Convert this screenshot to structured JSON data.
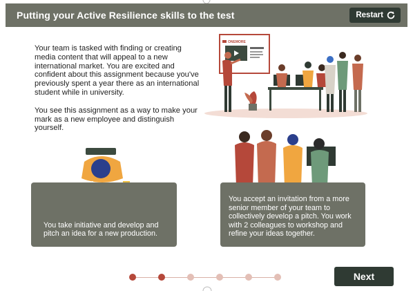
{
  "header": {
    "title": "Putting your Active Resilience skills to the test",
    "restart_label": "Restart",
    "background": "#6e7166",
    "button_color": "#2f3a33"
  },
  "intro": {
    "paragraph_1": "Your team is tasked with finding or creating media content that will appeal to a new international market. You are excited and confident about this assignment because you've previously spent a year there as an international student while in university.",
    "paragraph_2": "You see this assignment as a way to make your mark as a new employee and distinguish yourself."
  },
  "illustration_top": {
    "slide_text": "ONEMORE"
  },
  "options": [
    {
      "text": "You take initiative and develop and pitch an idea for a new production."
    },
    {
      "text": "You accept an invitation from a more senior member of your team to collectively develop a pitch. You work with 2 colleagues to workshop and refine your ideas together."
    }
  ],
  "progress": {
    "total": 6,
    "completed": 2,
    "done_color": "#b5483a",
    "todo_color": "#e3bfb6"
  },
  "footer": {
    "next_label": "Next"
  },
  "icons": {
    "restart": "restart-icon"
  }
}
